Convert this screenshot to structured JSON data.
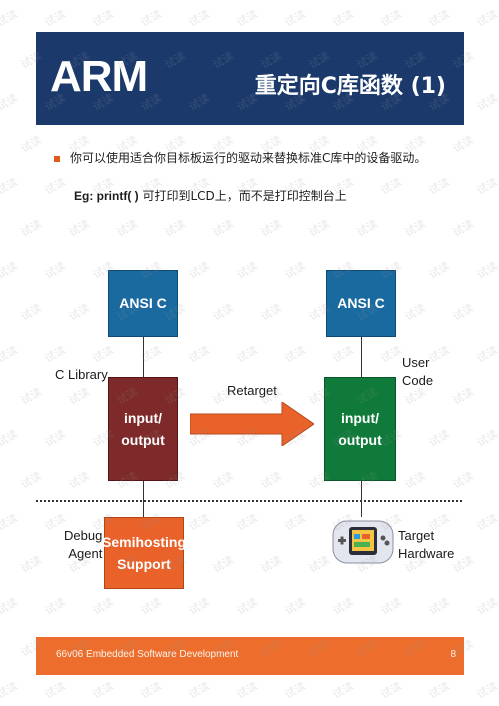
{
  "header": {
    "logo_text": "ARM",
    "title": "重定向C库函数 (1)",
    "background_color": "#1b3a6b"
  },
  "body": {
    "bullet_text": "你可以使用适合你目标板运行的驱动来替换标准C库中的设备驱动。",
    "eg_code": "Eg: printf( )",
    "eg_text": " 可打印到LCD上，而不是打印控制台上"
  },
  "diagram": {
    "left": {
      "ansi_label": "ANSI C",
      "library_label": "C Library",
      "io_box_line1": "input/",
      "io_box_line2": "output",
      "debug_label_line1": "Debug",
      "debug_label_line2": "Agent",
      "semihosting_line1": "Semihosting",
      "semihosting_line2": "Support"
    },
    "arrow_label": "Retarget",
    "right": {
      "ansi_label": "ANSI C",
      "user_code_line1": "User",
      "user_code_line2": "Code",
      "io_box_line1": "input/",
      "io_box_line2": "output",
      "target_line1": "Target",
      "target_line2": "Hardware",
      "device_icon": "gameboy-advance-icon"
    },
    "colors": {
      "ansi_box": "#1a6aa0",
      "library_box": "#7e2a2a",
      "user_box": "#0f7a3a",
      "semihosting_box": "#e8622a",
      "arrow": "#e8622a"
    }
  },
  "footer": {
    "course_text": "66v06 Embedded Software Development",
    "page_number": "8",
    "background_color": "#ec6d2c"
  },
  "watermark": "试读"
}
